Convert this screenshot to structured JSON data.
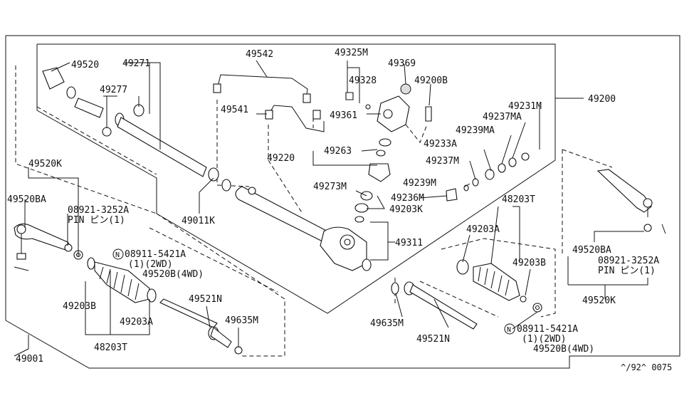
{
  "labels": {
    "p49520": "49520",
    "p49271": "49271",
    "p49277": "49277",
    "p49542": "49542",
    "p49325M": "49325M",
    "p49369": "49369",
    "p49328": "49328",
    "p49200B": "49200B",
    "p49200": "49200",
    "p49231M": "49231M",
    "p49541": "49541",
    "p49361": "49361",
    "p49237MA": "49237MA",
    "p49239MA": "49239MA",
    "p49233A": "49233A",
    "p49263": "49263",
    "p49220": "49220",
    "p49237M": "49237M",
    "p49520K_left": "49520K",
    "p49239M": "49239M",
    "p49273M": "49273M",
    "p49236M": "49236M",
    "p49520BA_left": "49520BA",
    "p49203K": "49203K",
    "p48203T_right": "48203T",
    "p08921_left": "08921-3252A",
    "pin_left": "PIN ピン(1)",
    "p49011K": "49011K",
    "p49203A_right": "49203A",
    "p49311": "49311",
    "p49203B_right": "49203B",
    "p49520BA_right": "49520BA",
    "p08921_right": "08921-3252A",
    "pin_right": "PIN ピン(1)",
    "p08911_left": "08911-5421A",
    "p08911_left_qty": "(1)(2WD)",
    "p49520B_left": "49520B(4WD)",
    "p49521N_left": "49521N",
    "p49203B_left": "49203B",
    "p49203A_left": "49203A",
    "p49635M_left": "49635M",
    "p48203T_left": "48203T",
    "p49635M_right": "49635M",
    "p49521N_right": "49521N",
    "p08911_right": "08911-5421A",
    "p08911_right_qty": "(1)(2WD)",
    "p49520B_right": "49520B(4WD)",
    "p49520K_right": "49520K",
    "p49001": "49001",
    "n_symbol": "N",
    "footer_code": "^/92^ 0075"
  }
}
